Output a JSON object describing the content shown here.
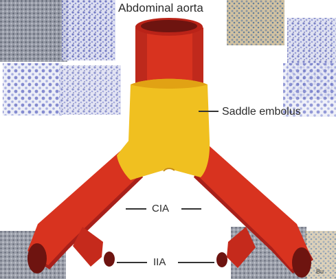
{
  "diagram": {
    "title": "Abdominal aorta",
    "labels": {
      "saddle_embolus": "Saddle embolus",
      "cia": "CIA",
      "iia": "IIA",
      "corner_mark": "Bu"
    }
  },
  "colors": {
    "vessel": "#d8331f",
    "vessel_shadow": "#a8201a",
    "vessel_dark": "#6e1410",
    "embolus": "#f0c020",
    "embolus_edge": "#e1a214",
    "leader_line": "#333333",
    "histology_blue": "#6f77c8"
  }
}
